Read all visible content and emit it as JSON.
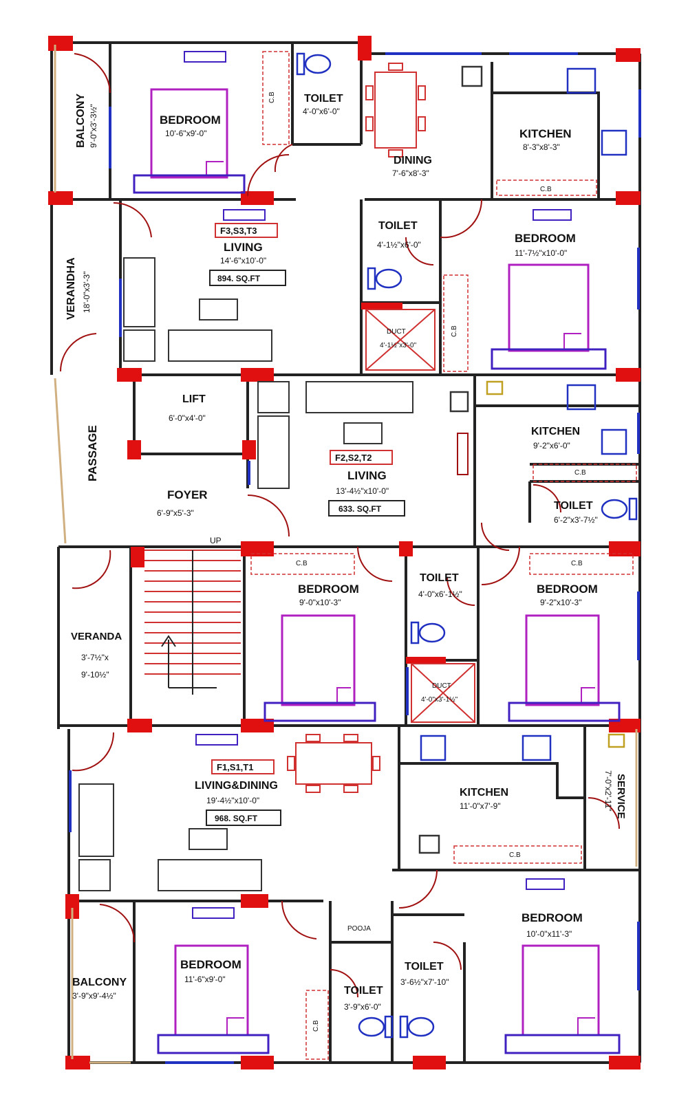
{
  "colors": {
    "wall": "#222222",
    "column": "#e01010",
    "door": "#a01010",
    "furniture": "#222222",
    "bed": "#b020c0",
    "bedbase": "#4020c0",
    "window": "#2030c0",
    "duct": "#d03030",
    "stair": "#d03030"
  },
  "rooms": {
    "balcony_top": {
      "name": "BALCONY",
      "size": "9'-0\"x3'-3½\""
    },
    "bedroom_top_left": {
      "name": "BEDROOM",
      "size": "10'-6\"x9'-0\""
    },
    "toilet_top": {
      "name": "TOILET",
      "size": "4'-0\"x6'-0\""
    },
    "dining_top": {
      "name": "DINING",
      "size": "7'-6\"x8'-3\""
    },
    "kitchen_top": {
      "name": "KITCHEN",
      "size": "8'-3\"x8'-3\""
    },
    "verandha_top": {
      "name": "VERANDHA",
      "size": "18'-0\"x3'-3\""
    },
    "living_f3": {
      "tag": "F3,S3,T3",
      "name": "LIVING",
      "size": "14'-6\"x10'-0\"",
      "area": "894. SQ.FT"
    },
    "toilet_f3": {
      "name": "TOILET",
      "size": "4'-1½\"x6'-0\""
    },
    "duct_top": {
      "name": "DUCT",
      "size": "4'-1½\"x3'-0\""
    },
    "bedroom_top_right": {
      "name": "BEDROOM",
      "size": "11'-7½\"x10'-0\""
    },
    "lift": {
      "name": "LIFT",
      "size": "6'-0\"x4'-0\""
    },
    "passage": {
      "name": "PASSAGE"
    },
    "foyer": {
      "name": "FOYER",
      "size": "6'-9\"x5'-3\""
    },
    "living_f2": {
      "tag": "F2,S2,T2",
      "name": "LIVING",
      "size": "13'-4½\"x10'-0\"",
      "area": "633. SQ.FT"
    },
    "kitchen_mid": {
      "name": "KITCHEN",
      "size": "9'-2\"x6'-0\""
    },
    "toilet_mid_right": {
      "name": "TOILET",
      "size": "6'-2\"x3'-7½\""
    },
    "stair": {
      "label": "UP"
    },
    "bedroom_mid_left": {
      "name": "BEDROOM",
      "size": "9'-0\"x10'-3\""
    },
    "toilet_mid": {
      "name": "TOILET",
      "size": "4'-0\"x6'-1½\""
    },
    "duct_mid": {
      "name": "DUCT",
      "size": "4'-0\"x3'-1½\""
    },
    "bedroom_mid_right": {
      "name": "BEDROOM",
      "size": "9'-2\"x10'-3\""
    },
    "veranda_mid": {
      "name": "VERANDA",
      "size1": "3'-7½\"x",
      "size2": "9'-10½\""
    },
    "living_f1": {
      "tag": "F1,S1,T1",
      "name": "LIVING&DINING",
      "size": "19'-4½\"x10'-0\"",
      "area": "968. SQ.FT"
    },
    "kitchen_bottom": {
      "name": "KITCHEN",
      "size": "11'-0\"x7'-9\""
    },
    "service": {
      "name": "SERVICE",
      "size": "7'-0\"x2'-11\""
    },
    "pooja": {
      "name": "POOJA"
    },
    "bedroom_bottom_right": {
      "name": "BEDROOM",
      "size": "10'-0\"x11'-3\""
    },
    "balcony_bottom": {
      "name": "BALCONY",
      "size": "3'-9\"x9'-4½\""
    },
    "bedroom_bottom_left": {
      "name": "BEDROOM",
      "size": "11'-6\"x9'-0\""
    },
    "toilet_bottom_left": {
      "name": "TOILET",
      "size": "3'-9\"x6'-0\""
    },
    "toilet_bottom_right": {
      "name": "TOILET",
      "size": "3'-6½\"x7'-10\""
    }
  },
  "cb_label": "C.B"
}
